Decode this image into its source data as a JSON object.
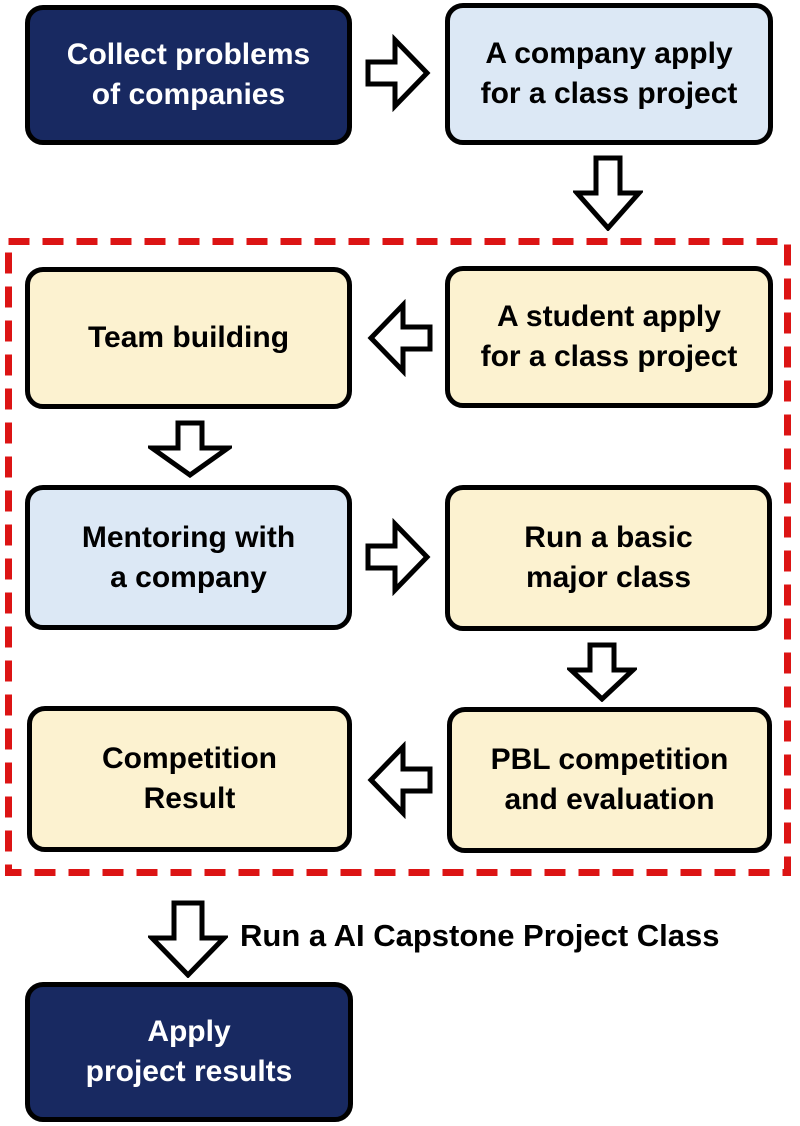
{
  "colors": {
    "navy": "#182961",
    "light_blue": "#dce8f5",
    "cream": "#fcf2d0",
    "dashed_red": "#dc1414",
    "arrow_fill": "#ffffff",
    "outline": "#000000"
  },
  "flowchart": {
    "caption": "Run a AI Capstone Project Class",
    "nodes": {
      "collect": {
        "label": "Collect problems\nof companies"
      },
      "company": {
        "label": "A company apply\nfor a class project"
      },
      "student": {
        "label": "A student apply\nfor a class project"
      },
      "team": {
        "label": "Team building"
      },
      "mentoring": {
        "label": "Mentoring with\na company"
      },
      "basic_class": {
        "label": "Run a basic\nmajor class"
      },
      "result": {
        "label": "Competition\nResult"
      },
      "pbl": {
        "label": "PBL competition\nand evaluation"
      },
      "apply": {
        "label": "Apply\nproject results"
      }
    }
  }
}
